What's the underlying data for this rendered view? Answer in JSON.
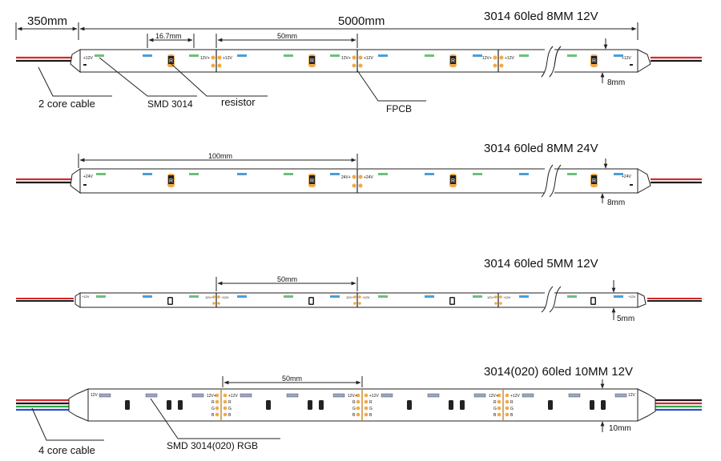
{
  "top": {
    "cable_length": "350mm",
    "strip_length": "5000mm"
  },
  "strips": [
    {
      "title": "3014 60led  8MM  12V",
      "voltage_label": "+12V",
      "pad_left": "12V+",
      "pad_right": "+12V",
      "width_label": "8mm",
      "dim_label": "50mm",
      "sub_dim_label": "16.7mm",
      "resistor_mark": "R"
    },
    {
      "title": "3014 60led  8MM  24V",
      "voltage_label": "+24V",
      "pad_left": "24V+",
      "pad_right": "+24V",
      "width_label": "8mm",
      "dim_label": "100mm",
      "resistor_mark": "R"
    },
    {
      "title": "3014 60led  5MM 12V",
      "voltage_label": "+12V",
      "pad_left": "12V+",
      "pad_right": "+12V",
      "width_label": "5mm",
      "dim_label": "50mm"
    },
    {
      "title": "3014(020) 60led  10MM 12V",
      "voltage_label": "12V",
      "pad_left": "12V+",
      "pad_right": "+12V",
      "width_label": "10mm",
      "dim_label": "50mm",
      "rgb_pads": [
        "R",
        "G",
        "B"
      ]
    }
  ],
  "callouts": {
    "two_core": "2 core cable",
    "smd": "SMD 3014",
    "resistor": "resistor",
    "fpcb": "FPCB",
    "four_core": "4 core cable",
    "smd_rgb": "SMD 3014(020) RGB"
  },
  "colors": {
    "outline": "#222222",
    "pad": "#f0a94a",
    "led_blue": "#4a9fd8",
    "led_green": "#6cc07a",
    "wire_red": "#d8262a",
    "wire_black": "#1a1a1a",
    "wire_green": "#2fa64a",
    "wire_blue": "#2b4fc9"
  }
}
